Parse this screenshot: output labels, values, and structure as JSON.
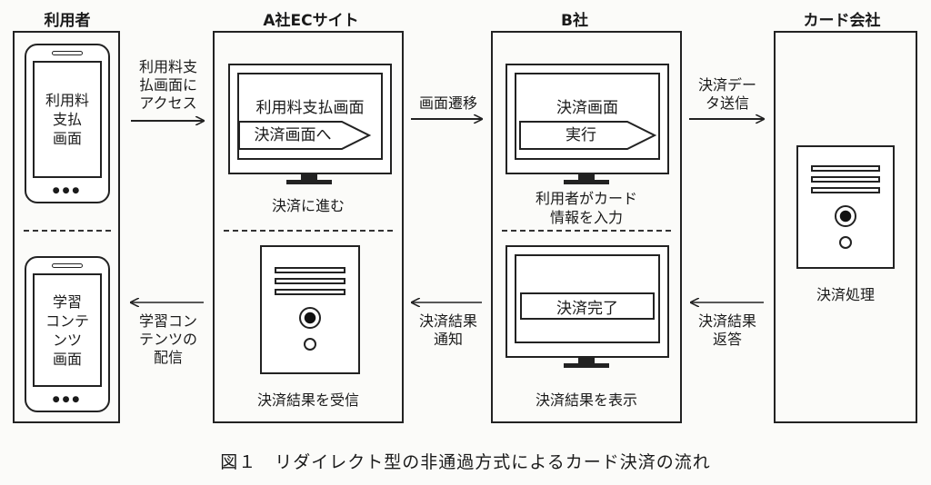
{
  "columns": {
    "user": {
      "title": "利用者"
    },
    "company_a": {
      "title": "A社ECサイト"
    },
    "company_b": {
      "title": "B社"
    },
    "card": {
      "title": "カード会社"
    }
  },
  "user": {
    "phone_top_screen": "利用料\n支払\n画面",
    "phone_bottom_screen": "学習\nコンテ\nンツ\n画面",
    "dots": "●●●"
  },
  "company_a": {
    "screen_title": "利用料支払画面",
    "pointer_button": "決済画面へ",
    "below_monitor": "決済に進む",
    "below_server": "決済結果を受信"
  },
  "company_b": {
    "screen_title": "決済画面",
    "pointer_button": "実行",
    "below_monitor": "利用者がカード\n情報を入力",
    "result_box": "決済完了",
    "below_monitor2": "決済結果を表示"
  },
  "card": {
    "below_server": "決済処理"
  },
  "arrows": {
    "user_to_a": "利用料支\n払画面に\nアクセス",
    "a_to_b": "画面遷移",
    "b_to_card": "決済デー\nタ送信",
    "card_to_b": "決済結果\n返答",
    "b_to_a": "決済結果\n通知",
    "a_to_user": "学習コン\nテンツの\n配信"
  },
  "caption": "図１　リダイレクト型の非通過方式によるカード決済の流れ"
}
